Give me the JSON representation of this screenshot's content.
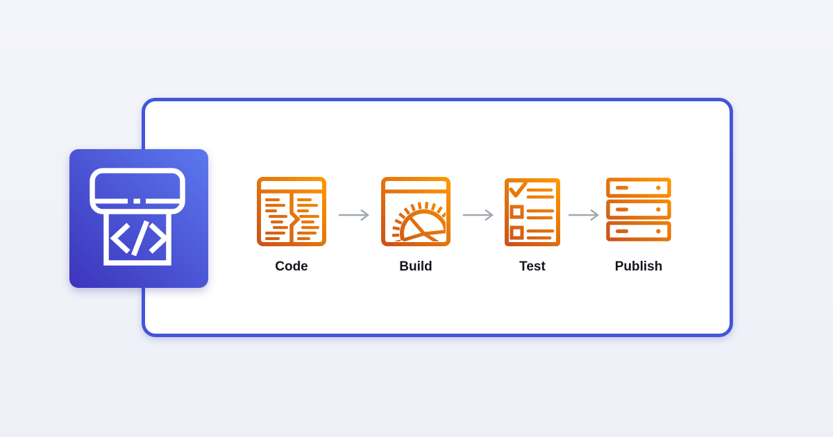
{
  "page": {
    "background_top": "#f4f5fa",
    "background_bottom": "#eef0f7"
  },
  "brand": {
    "icon": "code-dispenser-terminal-icon",
    "glyph": "</>",
    "gradient_from": "#3b34bc",
    "gradient_to": "#5c78ee",
    "stroke_color": "#ffffff"
  },
  "panel": {
    "background": "#ffffff",
    "border_color": "#4355d8"
  },
  "pipeline": {
    "steps": [
      {
        "label": "Code",
        "icon": "code-diff-window-icon"
      },
      {
        "label": "Build",
        "icon": "build-gauge-window-icon"
      },
      {
        "label": "Test",
        "icon": "test-checklist-icon"
      },
      {
        "label": "Publish",
        "icon": "publish-server-stack-icon"
      }
    ],
    "arrow": {
      "icon": "right-arrow-icon",
      "color": "#a2a8b2"
    },
    "icon_gradient_from": "#c8511b",
    "icon_gradient_to": "#ff9900",
    "label_color": "#12161c"
  }
}
